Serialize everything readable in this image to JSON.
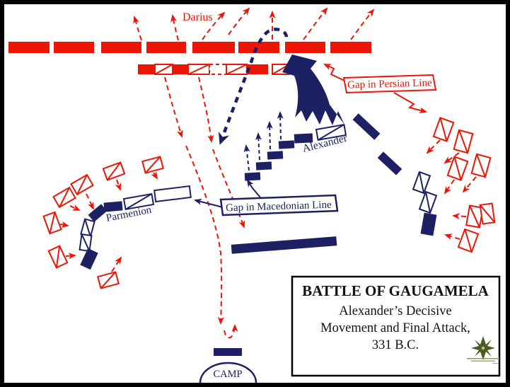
{
  "battle_map": {
    "labels": {
      "darius": "Darius",
      "alexander": "Alexander",
      "parmenion": "Parmenion",
      "camp": "CAMP",
      "gap_persian_line": "Gap in Persian Line",
      "gap_macedonian_line": "Gap in Macedonian Line"
    },
    "title_box": {
      "title": "BATTLE OF GAUGAMELA",
      "subtitle_lines": [
        "Alexander’s Decisive",
        "Movement and Final Attack,",
        "331 B.C."
      ]
    },
    "colors": {
      "persian_red": "#ee1507",
      "macedonian_navy": "#1e2064",
      "background": "#ffffff",
      "frame_border": "#000000",
      "logo_green": "#4c5a22"
    }
  }
}
